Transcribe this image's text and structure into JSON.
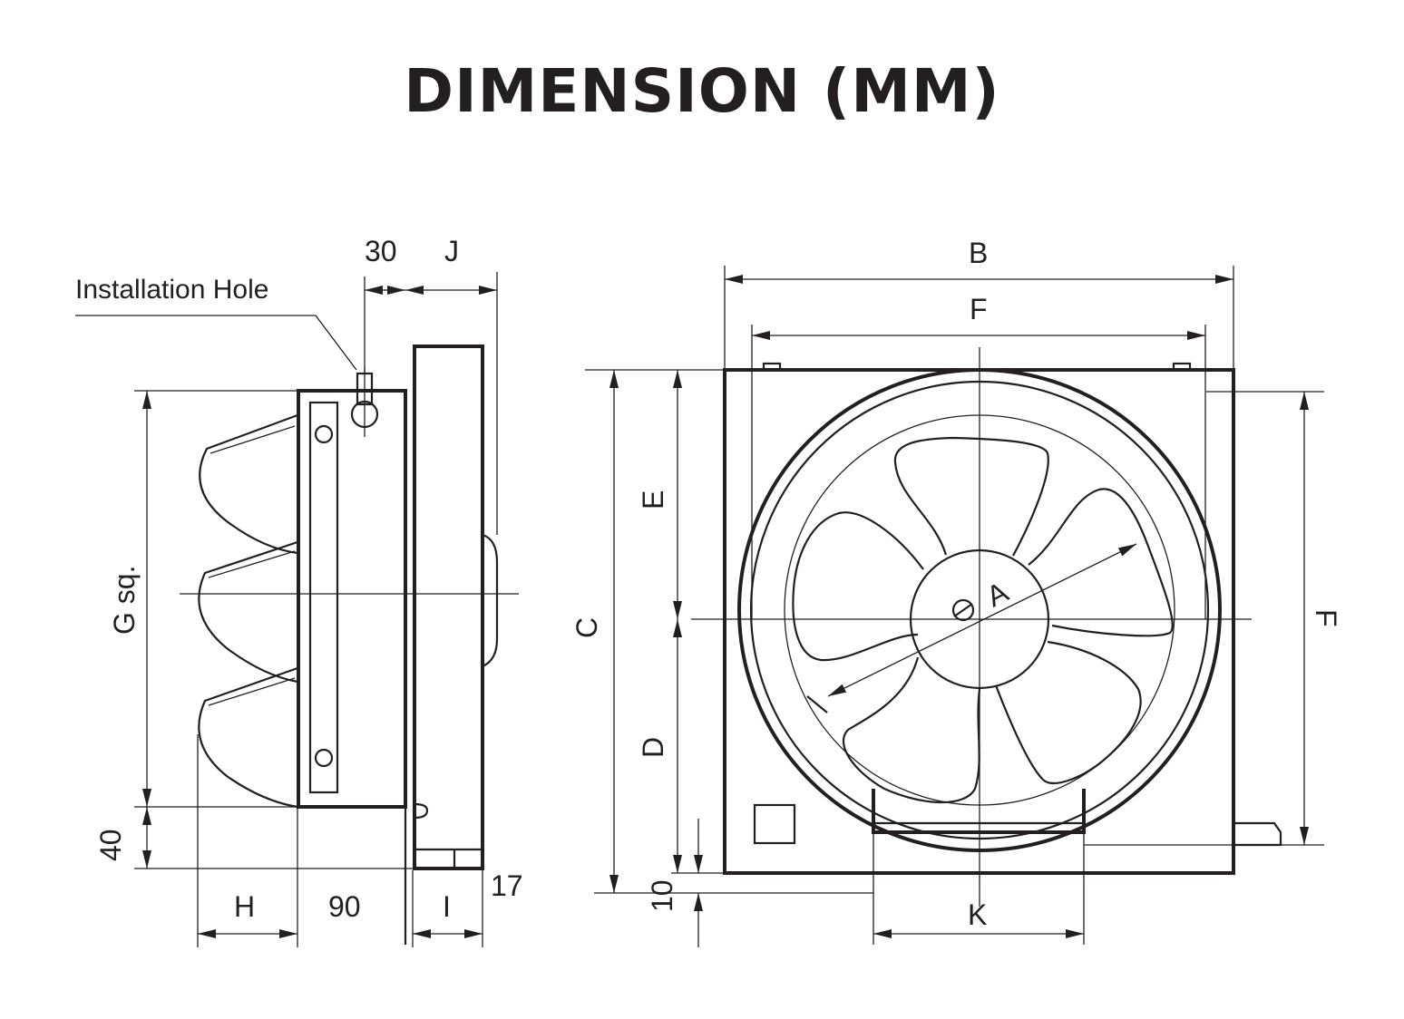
{
  "title": "DIMENSION (MM)",
  "side_view": {
    "callout": "Installation Hole",
    "dim_hole_offset": "30",
    "dim_depth": "J",
    "dim_square": "G sq.",
    "dim_bottom_margin": "40",
    "dim_shutter_depth": "H",
    "dim_frame_depth": "90",
    "dim_body_depth": "I",
    "dim_bottom_thickness": "17"
  },
  "front_view": {
    "dim_overall_width": "B",
    "dim_inner_width": "F",
    "dim_overall_height": "C",
    "dim_upper_height": "E",
    "dim_lower_height": "D",
    "dim_inner_height": "F",
    "dim_bottom_offset": "10",
    "dim_grille_width": "K",
    "dim_diameter": "A"
  }
}
